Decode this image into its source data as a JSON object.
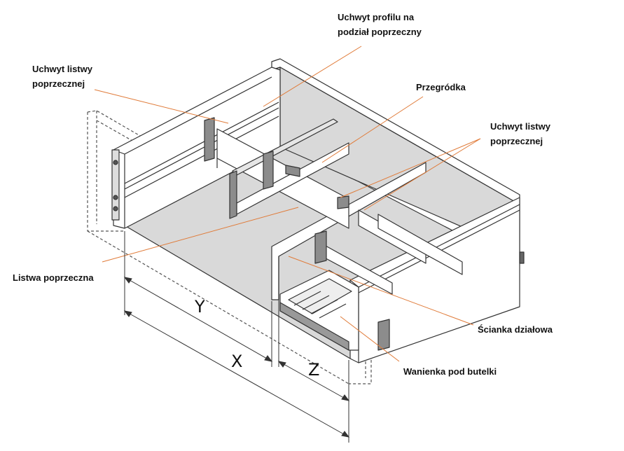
{
  "labels": {
    "profile_holder": "Uchwyt profilu na\npodział poprzeczny",
    "rail_holder_left": "Uchwyt listwy\npoprzecznej",
    "divider": "Przegródka",
    "rail_holder_right": "Uchwyt listwy\npoprzecznej",
    "cross_rail": "Listwa poprzeczna",
    "partition_wall": "Ścianka działowa",
    "bottle_tray": "Wanienka pod butelki"
  },
  "dimensions": {
    "y": "Y",
    "x": "X",
    "z": "Z"
  },
  "colors": {
    "line": "#333333",
    "leader": "#e07b39",
    "panel": "#ffffff",
    "floor": "#d9d9d9",
    "metal": "#8c8c8c"
  }
}
